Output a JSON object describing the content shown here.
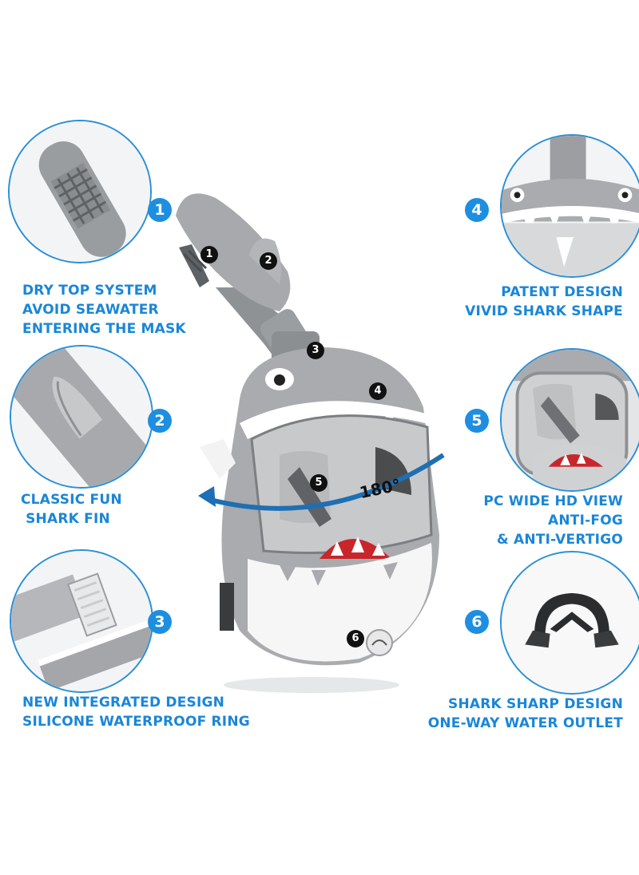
{
  "features": [
    {
      "num": "1",
      "lines": [
        "DRY TOP SYSTEM",
        "AVOID SEAWATER",
        "ENTERING THE MASK"
      ]
    },
    {
      "num": "2",
      "lines": [
        "CLASSIC FUN",
        " SHARK FIN"
      ]
    },
    {
      "num": "3",
      "lines": [
        "NEW INTEGRATED DESIGN",
        "SILICONE WATERPROOF RING"
      ]
    },
    {
      "num": "4",
      "lines": [
        "PATENT DESIGN",
        "VIVID SHARK SHAPE"
      ]
    },
    {
      "num": "5",
      "lines": [
        "PC WIDE HD VIEW",
        "ANTI-FOG",
        "& ANTI-VERTIGO"
      ]
    },
    {
      "num": "6",
      "lines": [
        "SHARK SHARP DESIGN",
        "ONE-WAY WATER OUTLET"
      ]
    }
  ],
  "mask_markers": [
    "1",
    "2",
    "3",
    "4",
    "5",
    "6"
  ],
  "view_angle": "180°",
  "colors": {
    "accent": "#1e8ee0",
    "mask_gray": "#a9abae",
    "mouth_red": "#c8262b"
  }
}
